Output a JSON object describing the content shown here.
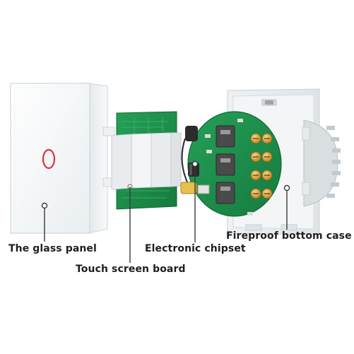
{
  "diagram": {
    "labels": {
      "glass_panel": "The glass panel",
      "touch_board": "Touch screen board",
      "chipset": "Electronic chipset",
      "bottom_case": "Fireproof bottom case"
    },
    "colors": {
      "panel_white": "#f4f6f7",
      "pcb_green": "#1f8a4c",
      "touch_ring": "#d9363e",
      "leader_line": "#3a3a3a",
      "brass_terminal": "#d9a23a",
      "label_text": "#1e1e1e"
    }
  }
}
